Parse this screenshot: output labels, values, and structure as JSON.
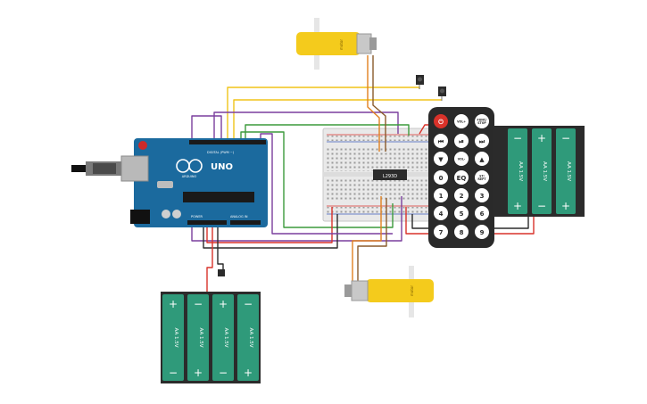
{
  "arduino": {
    "board_name": "UNO",
    "brand": "ARDUINO",
    "digital_header_label": "DIGITAL (PWM ~)",
    "power_header_label": "POWER",
    "analog_header_label": "ANALOG IN"
  },
  "driver_chip": {
    "label": "L293D"
  },
  "motors": {
    "top_label": "motor",
    "bottom_label": "motor"
  },
  "remote": {
    "buttons": [
      {
        "name": "power",
        "label": "⏻"
      },
      {
        "name": "vol-up",
        "label": "VOL+"
      },
      {
        "name": "func-stop",
        "label": "FUNC/ STOP"
      },
      {
        "name": "rewind",
        "label": "⏮"
      },
      {
        "name": "play-pause",
        "label": "⏯"
      },
      {
        "name": "fast-forward",
        "label": "⏭"
      },
      {
        "name": "down",
        "label": "▼"
      },
      {
        "name": "vol-down",
        "label": "VOL-"
      },
      {
        "name": "up",
        "label": "▲"
      },
      {
        "name": "zero",
        "label": "0"
      },
      {
        "name": "eq",
        "label": "EQ"
      },
      {
        "name": "st-rept",
        "label": "ST/ REPT"
      },
      {
        "name": "one",
        "label": "1"
      },
      {
        "name": "two",
        "label": "2"
      },
      {
        "name": "three",
        "label": "3"
      },
      {
        "name": "four",
        "label": "4"
      },
      {
        "name": "five",
        "label": "5"
      },
      {
        "name": "six",
        "label": "6"
      },
      {
        "name": "seven",
        "label": "7"
      },
      {
        "name": "eight",
        "label": "8"
      },
      {
        "name": "nine",
        "label": "9"
      }
    ]
  },
  "battery_packs": {
    "cell_label": "AA 1.5V",
    "plus": "+",
    "minus": "−"
  },
  "colors": {
    "board": "#1b6a9e",
    "breadboard": "#e9e9e9",
    "motor_body": "#f4cb1c",
    "remote": "#2a2a2a",
    "battery": "#2f9a7a",
    "wire_red": "#d9322a",
    "wire_black": "#2b2b2b",
    "wire_yellow": "#f0c419",
    "wire_purple": "#7a3f9d",
    "wire_green": "#3c9a3c",
    "wire_orange": "#e08020",
    "wire_brown": "#8a5a2b"
  }
}
